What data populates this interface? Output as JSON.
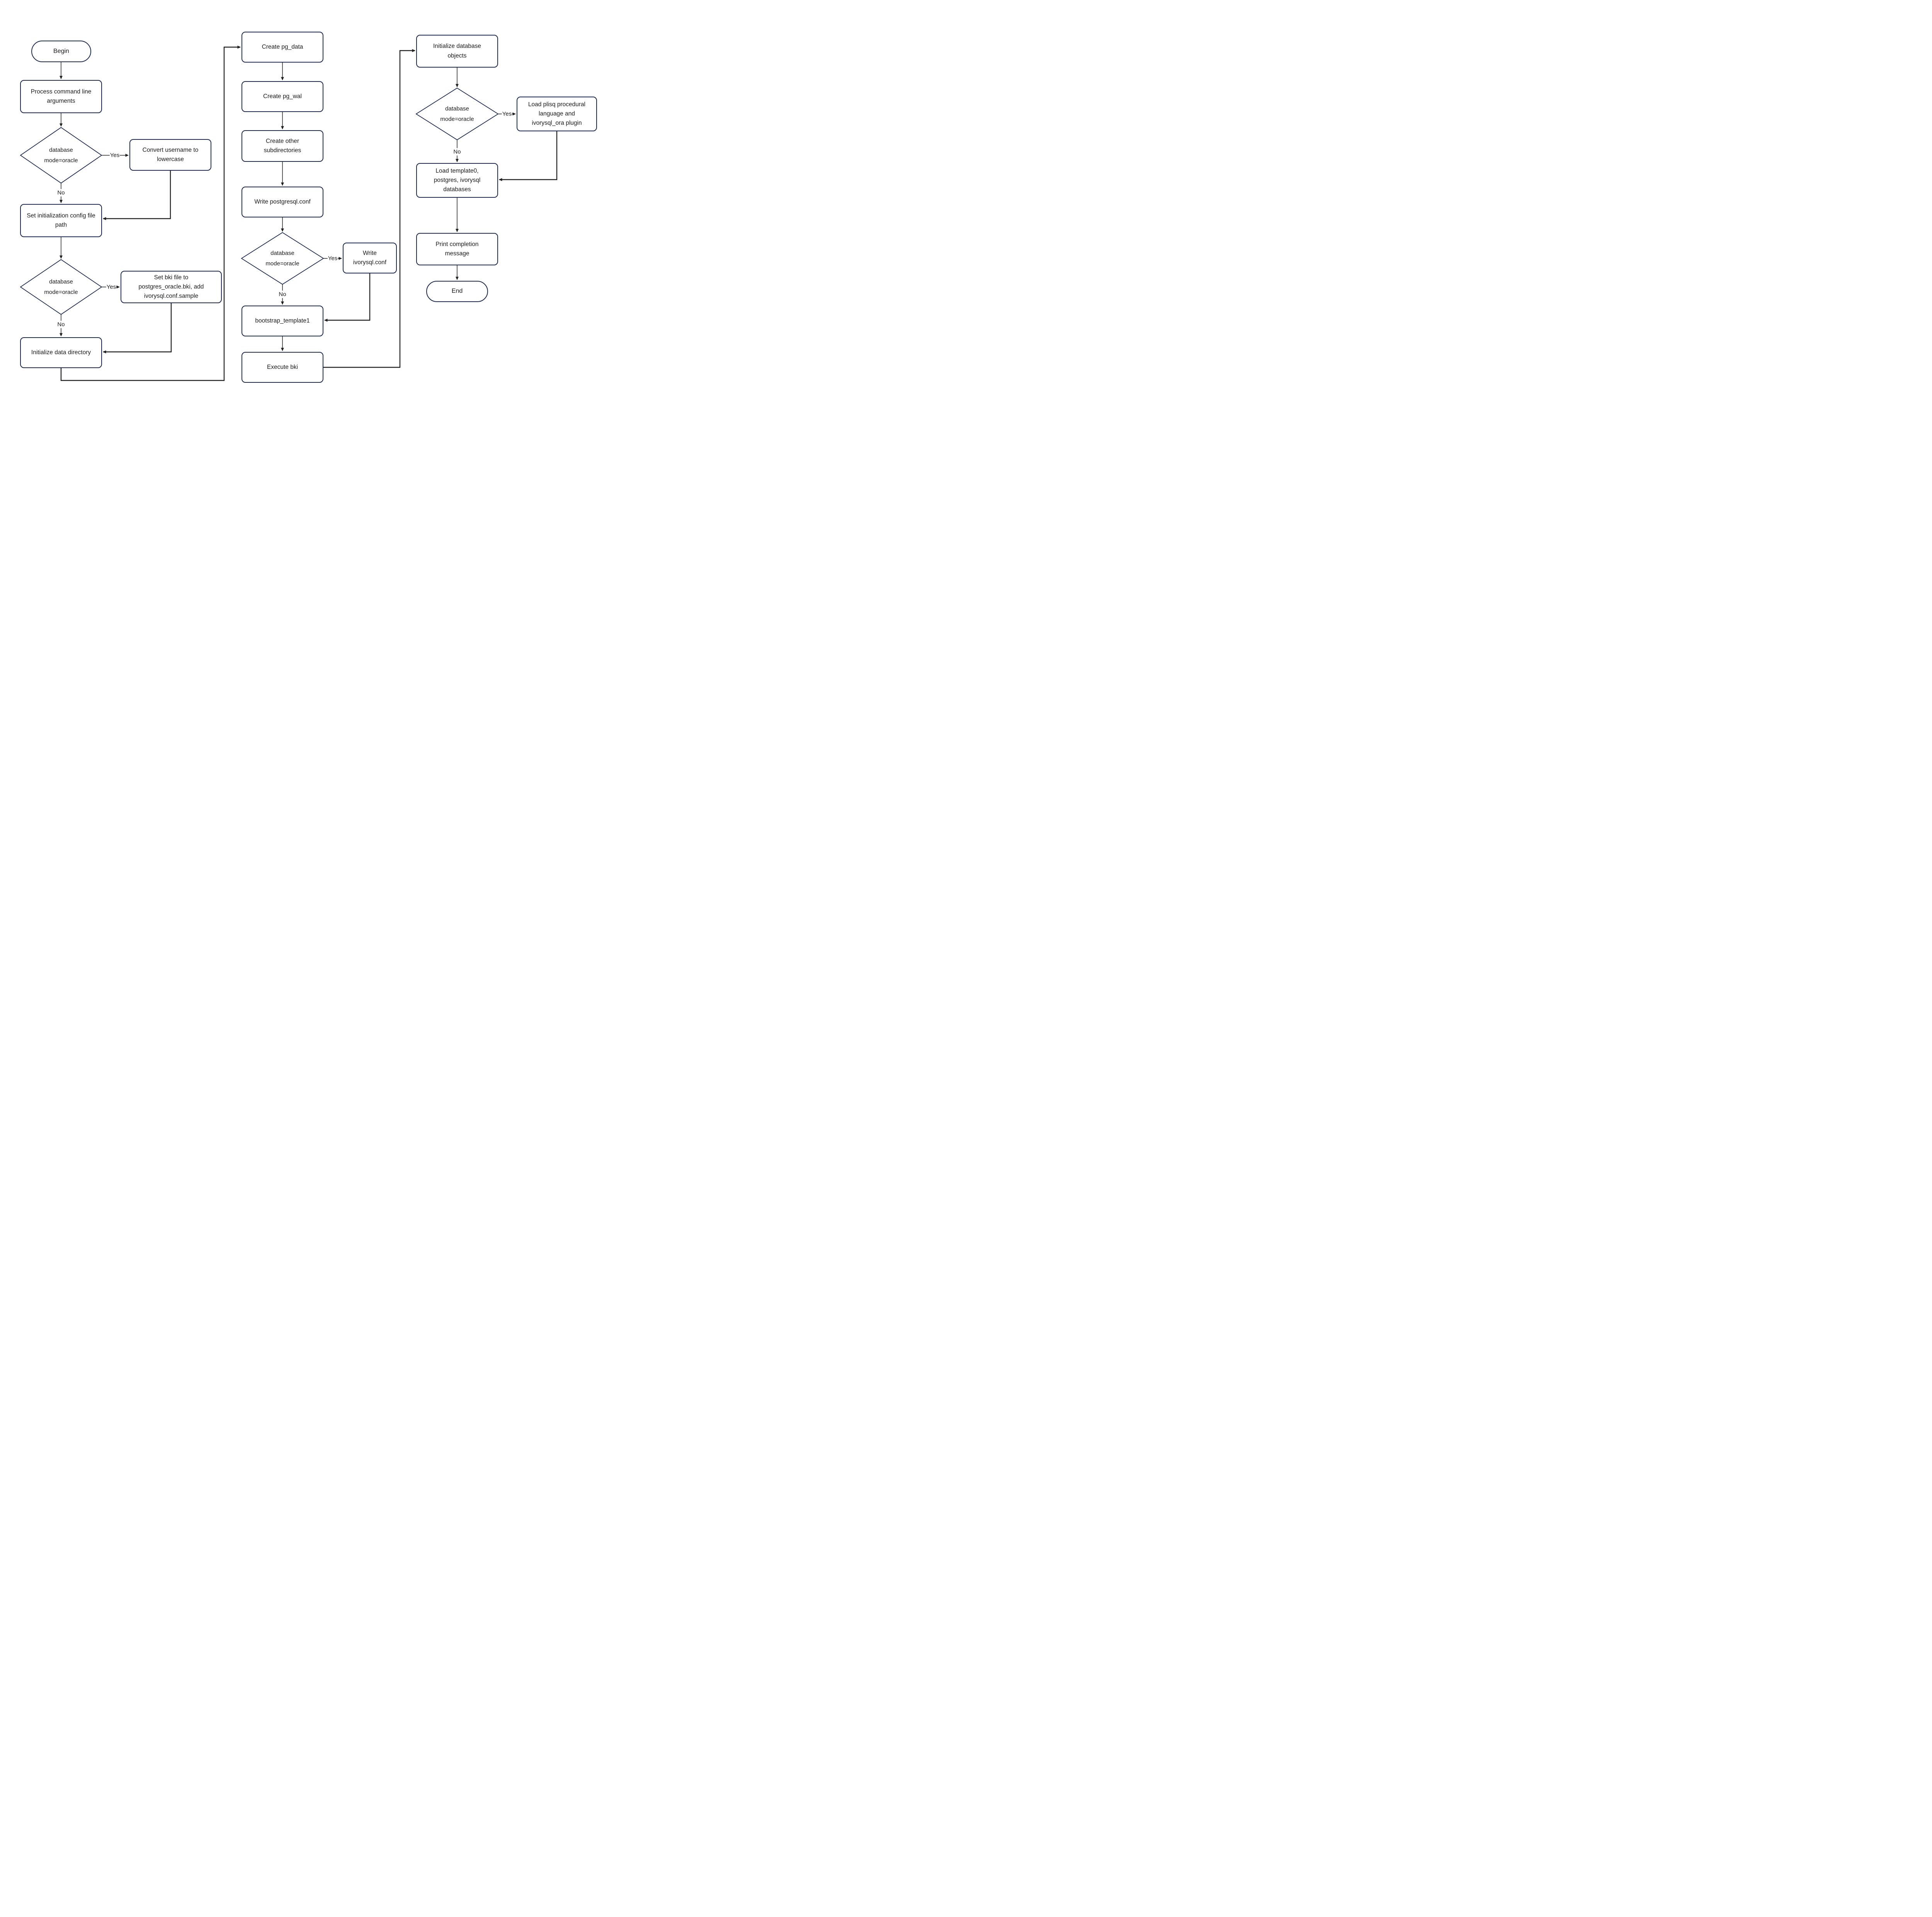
{
  "colors": {
    "node_border": "#1d2951",
    "line": "#1f1f1f",
    "text": "#1a1a1a",
    "background": "#ffffff"
  },
  "nodes": {
    "begin": {
      "label": "Begin",
      "shape": "stadium"
    },
    "process_args": {
      "label": "Process command line arguments",
      "shape": "rect"
    },
    "decision1": {
      "label": "database mode=oracle",
      "shape": "diamond"
    },
    "convert_username": {
      "label": "Convert username to lowercase",
      "shape": "rect"
    },
    "set_config_path": {
      "label": "Set initialization config file path",
      "shape": "rect"
    },
    "decision2": {
      "label": "database mode=oracle",
      "shape": "diamond"
    },
    "set_bki": {
      "label": "Set bki file to postgres_oracle.bki, add ivorysql.conf.sample",
      "shape": "rect"
    },
    "init_data_dir": {
      "label": "Initialize data directory",
      "shape": "rect"
    },
    "create_pg_data": {
      "label": "Create pg_data",
      "shape": "rect"
    },
    "create_pg_wal": {
      "label": "Create pg_wal",
      "shape": "rect"
    },
    "create_other_subdirs": {
      "label": "Create other subdirectories",
      "shape": "rect"
    },
    "write_postgresql_conf": {
      "label": "Write postgresql.conf",
      "shape": "rect"
    },
    "decision3": {
      "label": "database mode=oracle",
      "shape": "diamond"
    },
    "write_ivorysql_conf": {
      "label": "Write ivorysql.conf",
      "shape": "rect"
    },
    "bootstrap_template1": {
      "label": "bootstrap_template1",
      "shape": "rect"
    },
    "execute_bki": {
      "label": "Execute bki",
      "shape": "rect"
    },
    "init_db_objects": {
      "label": "Initialize database objects",
      "shape": "rect"
    },
    "decision4": {
      "label": "database mode=oracle",
      "shape": "diamond"
    },
    "load_plisq": {
      "label": "Load plisq procedural language and ivorysql_ora plugin",
      "shape": "rect"
    },
    "load_databases": {
      "label": "Load template0, postgres, ivorysql databases",
      "shape": "rect"
    },
    "print_completion": {
      "label": "Print completion message",
      "shape": "rect"
    },
    "end": {
      "label": "End",
      "shape": "stadium"
    }
  },
  "edge_labels": {
    "yes1": "Yes",
    "no1": "No",
    "yes2": "Yes",
    "no2": "No",
    "yes3": "Yes",
    "no3": "No",
    "yes4": "Yes",
    "no4": "No"
  }
}
